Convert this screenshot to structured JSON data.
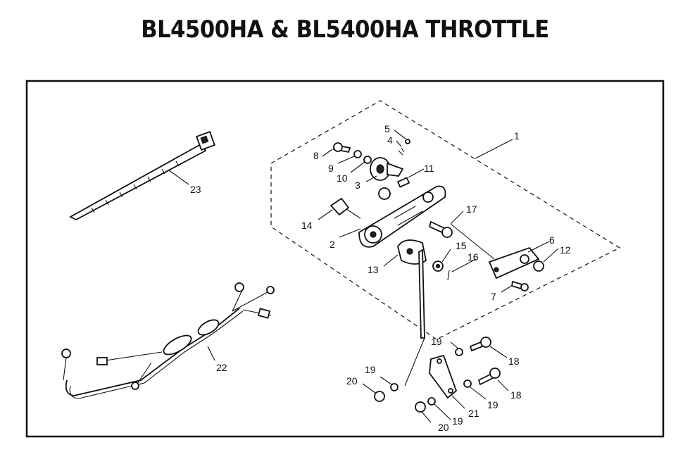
{
  "title": "BL4500HA & BL5400HA THROTTLE",
  "callouts": [
    {
      "id": "c1",
      "label": "1"
    },
    {
      "id": "c2",
      "label": "2"
    },
    {
      "id": "c3",
      "label": "3"
    },
    {
      "id": "c4",
      "label": "4"
    },
    {
      "id": "c5",
      "label": "5"
    },
    {
      "id": "c6",
      "label": "6"
    },
    {
      "id": "c7",
      "label": "7"
    },
    {
      "id": "c8",
      "label": "8"
    },
    {
      "id": "c9",
      "label": "9"
    },
    {
      "id": "c10",
      "label": "10"
    },
    {
      "id": "c11",
      "label": "11"
    },
    {
      "id": "c12",
      "label": "12"
    },
    {
      "id": "c13",
      "label": "13"
    },
    {
      "id": "c14",
      "label": "14"
    },
    {
      "id": "c15",
      "label": "15"
    },
    {
      "id": "c16",
      "label": "16"
    },
    {
      "id": "c17",
      "label": "17"
    },
    {
      "id": "c18a",
      "label": "18"
    },
    {
      "id": "c18b",
      "label": "18"
    },
    {
      "id": "c19a",
      "label": "19"
    },
    {
      "id": "c19b",
      "label": "19"
    },
    {
      "id": "c19c",
      "label": "19"
    },
    {
      "id": "c19d",
      "label": "19"
    },
    {
      "id": "c20a",
      "label": "20"
    },
    {
      "id": "c20b",
      "label": "20"
    },
    {
      "id": "c21",
      "label": "21"
    },
    {
      "id": "c22",
      "label": "22"
    },
    {
      "id": "c23",
      "label": "23"
    }
  ]
}
